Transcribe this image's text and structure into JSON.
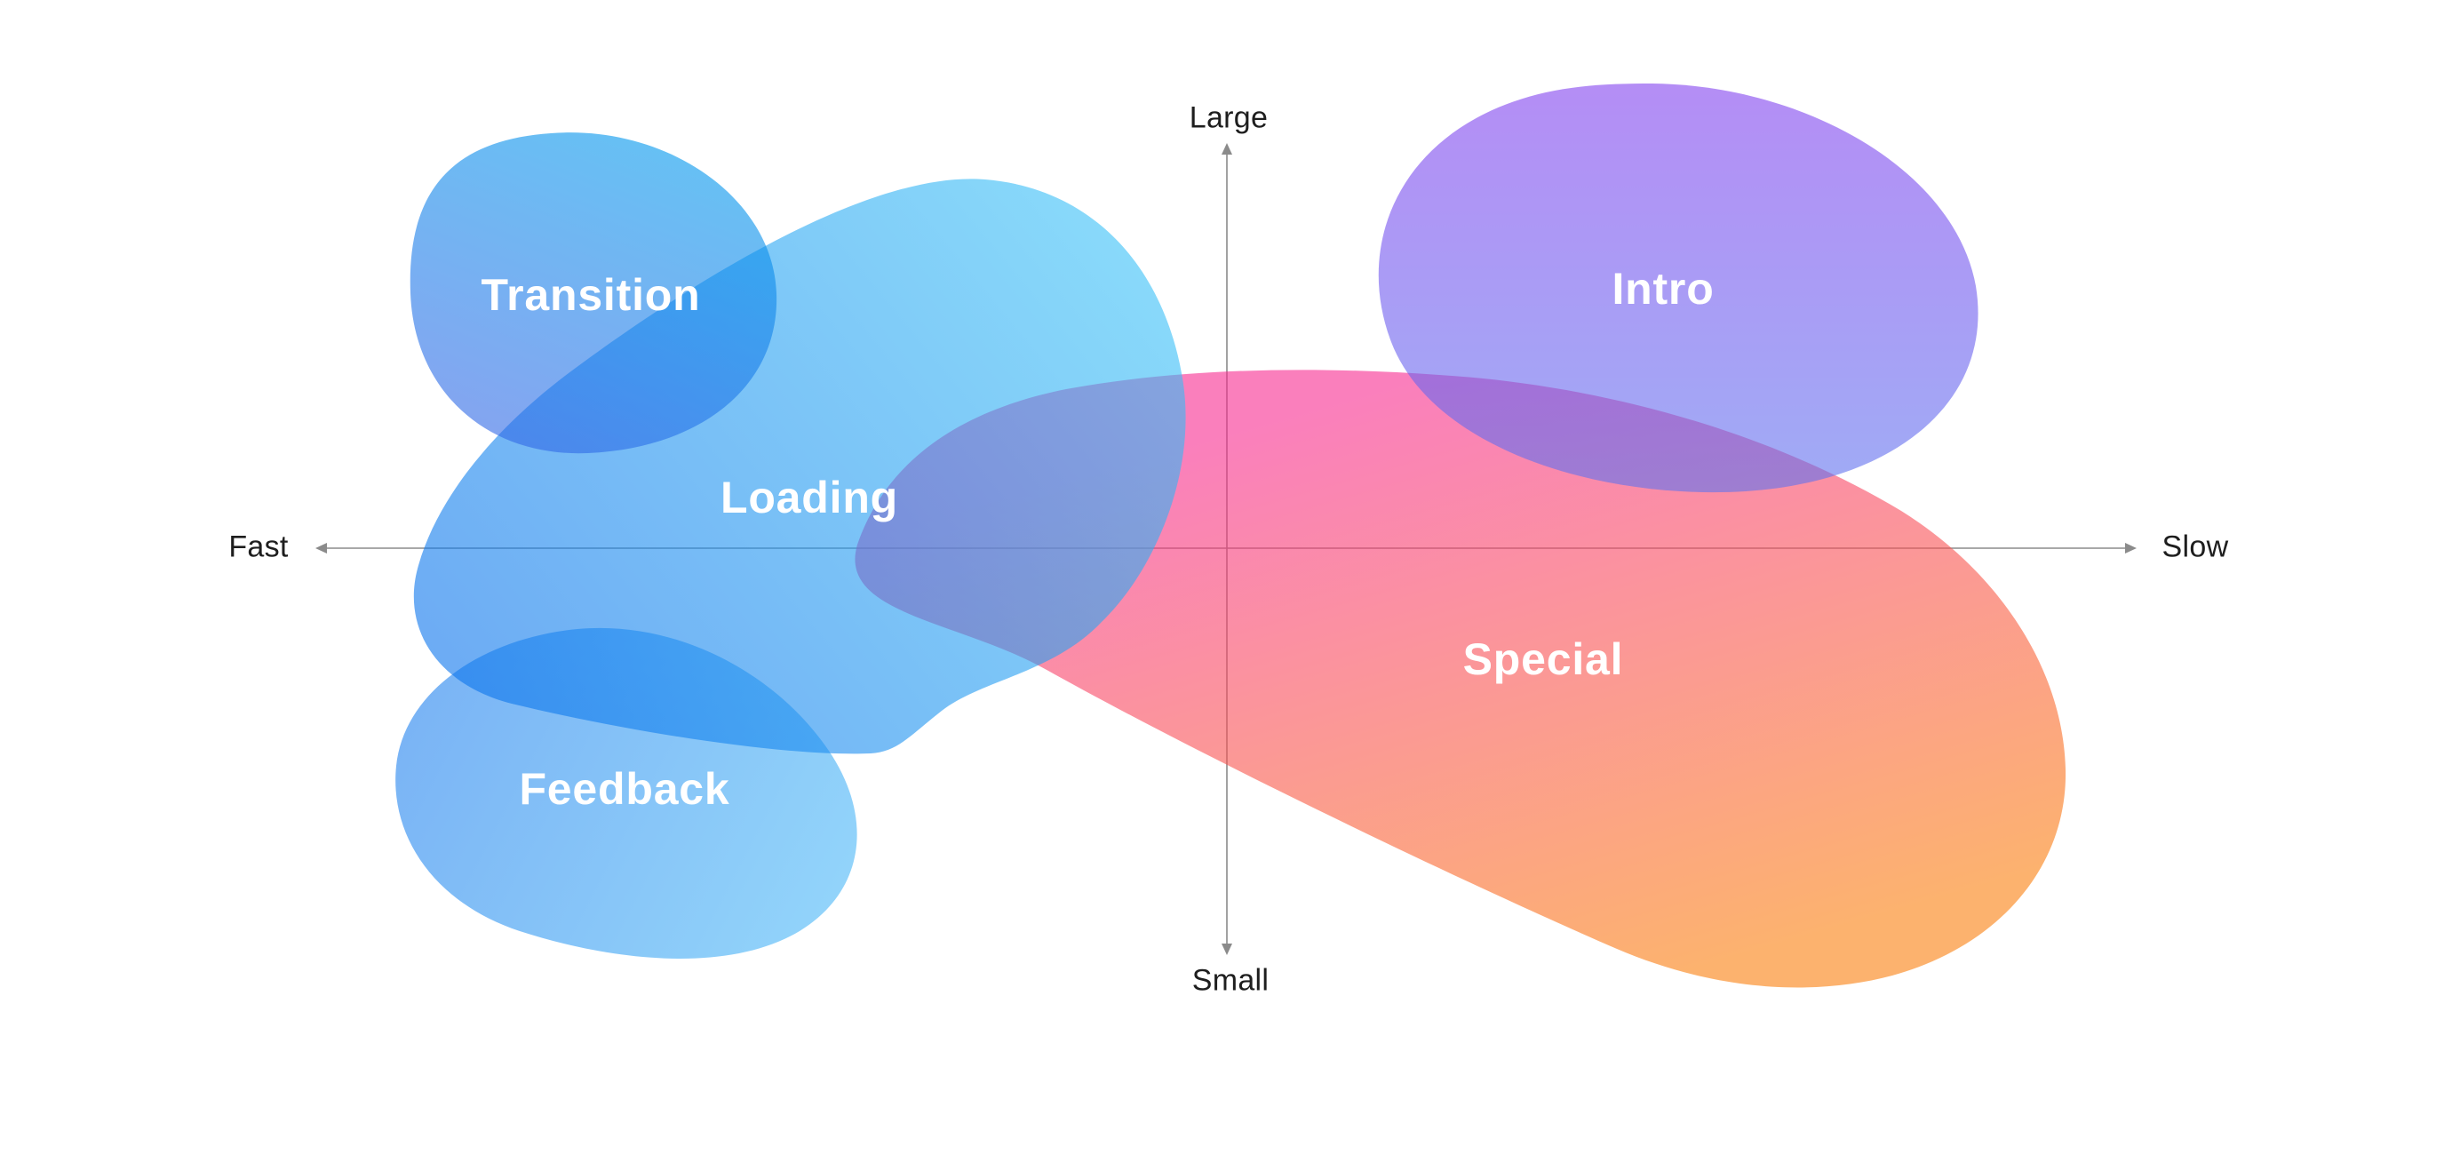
{
  "background_color": "#ffffff",
  "axes": {
    "line_color": "#8b8b8b",
    "label_color": "#1e1e1e",
    "horizontal": {
      "start_label": "Fast",
      "end_label": "Slow"
    },
    "vertical": {
      "top_label": "Large",
      "bottom_label": "Small"
    }
  },
  "label_text_color": "#ffffff",
  "blobs": [
    {
      "id": "transition",
      "label": "Transition",
      "quadrant": "fast-large",
      "color_start": "#0096ec",
      "color_end": "#3564e6"
    },
    {
      "id": "loading",
      "label": "Loading",
      "quadrant": "fast-center",
      "color_start": "#3cc5f7",
      "color_end": "#0b74ec"
    },
    {
      "id": "feedback",
      "label": "Feedback",
      "quadrant": "fast-small",
      "color_start": "#2080ee",
      "color_end": "#4bb9f7"
    },
    {
      "id": "intro",
      "label": "Intro",
      "quadrant": "slow-large",
      "color_start": "#8241ee",
      "color_end": "#5f73ee"
    },
    {
      "id": "special",
      "label": "Special",
      "quadrant": "slow-small",
      "color_start": "#f72a8f",
      "color_end": "#fa7f0d"
    }
  ]
}
